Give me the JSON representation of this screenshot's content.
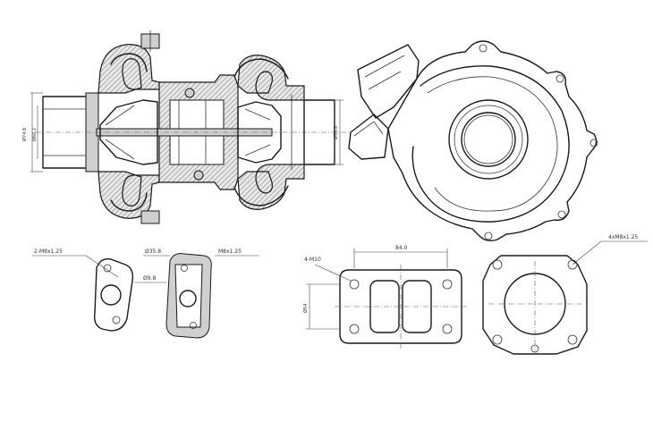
{
  "labels": {
    "inlet_outer_dia": "Ø74.8",
    "inlet_inner_dia": "Ø60.2",
    "outlet_dia": "Ø58.8",
    "flange_holes": "2-M8x1.25",
    "flange_dim_a": "Ø35.8",
    "flange_dim_b": "M8x1.25",
    "flange_dim_c": "Ø9.8",
    "t3_holes": "4-M10",
    "t3_width": "84.0",
    "t3_height": "Ø54",
    "outlet_flange_holes": "4xM8x1.25"
  }
}
